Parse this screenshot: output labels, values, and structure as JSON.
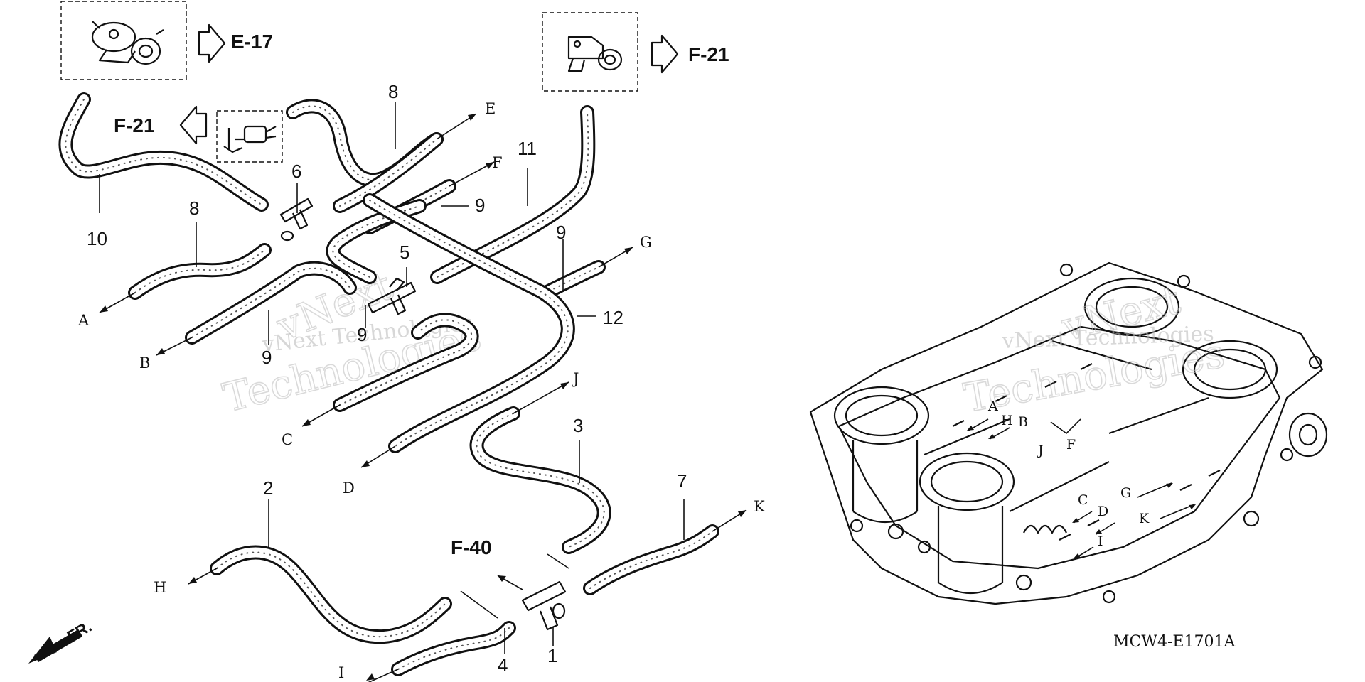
{
  "diagram": {
    "code": "MCW4-E1701A",
    "refs": {
      "e17": "E-17",
      "f21_top": "F-21",
      "f21_left": "F-21",
      "f40": "F-40",
      "front": "FR."
    },
    "part_numbers": {
      "p1": "1",
      "p2": "2",
      "p3": "3",
      "p4": "4",
      "p5": "5",
      "p6": "6",
      "p7": "7",
      "p8a": "8",
      "p8b": "8",
      "p9a": "9",
      "p9b": "9",
      "p9c": "9",
      "p9d": "9",
      "p10": "10",
      "p11": "11",
      "p12": "12"
    },
    "hose_ends": {
      "a": "A",
      "b": "B",
      "c": "C",
      "d": "D",
      "e": "E",
      "f": "F",
      "g": "G",
      "h": "H",
      "i": "I",
      "j": "J",
      "k": "K"
    },
    "engine_labels": {
      "a": "A",
      "b": "B",
      "c": "C",
      "d": "D",
      "f": "F",
      "g": "G",
      "h": "H",
      "i": "I",
      "j": "J",
      "k": "K"
    },
    "watermark": {
      "line1": "vNext Technologies",
      "line2": "vNext",
      "line3": "Technologies"
    }
  }
}
